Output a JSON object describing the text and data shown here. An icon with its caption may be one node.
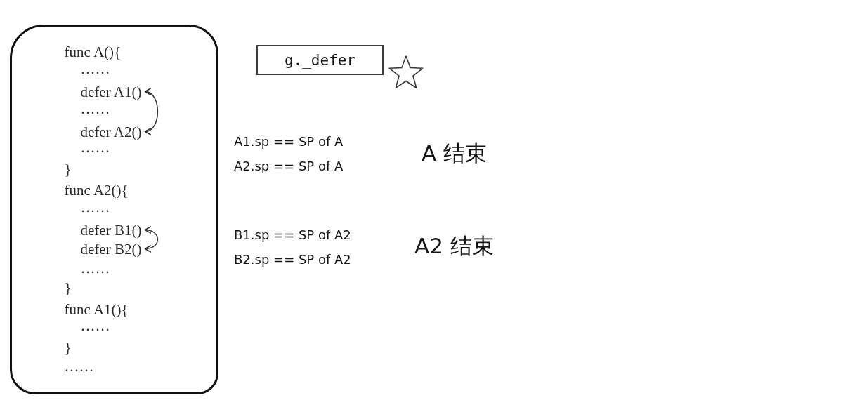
{
  "diagram": {
    "nodes": [
      {
        "text": [
          "func A(){",
          "……",
          "……",
          "……",
          "}",
          "func A2(){",
          "……",
          "……",
          "}",
          "func A1(){",
          "……",
          "}",
          "……"
        ]
      },
      {
        "text": [
          "defer A1()"
        ],
        "in": 0
      },
      {
        "text": [
          "defer A2()"
        ],
        "in": 0
      },
      {
        "text": [
          "defer B1()"
        ],
        "in": 0
      },
      {
        "text": [
          "defer B2()"
        ],
        "in": 0
      },
      {
        "text": [
          "g._defer"
        ]
      },
      {
        "text": [],
        "shape": "star"
      }
    ],
    "edges": [
      {
        "from": 2,
        "to": 1,
        "arrow": "both"
      },
      {
        "from": 3,
        "to": 4,
        "arrow": "both"
      }
    ],
    "labels": [
      "A1.sp == SP of A",
      "A2.sp == SP of A",
      "A 结束",
      "B1.sp == SP of A2",
      "B2.sp == SP of A2",
      "A2 结束"
    ]
  }
}
